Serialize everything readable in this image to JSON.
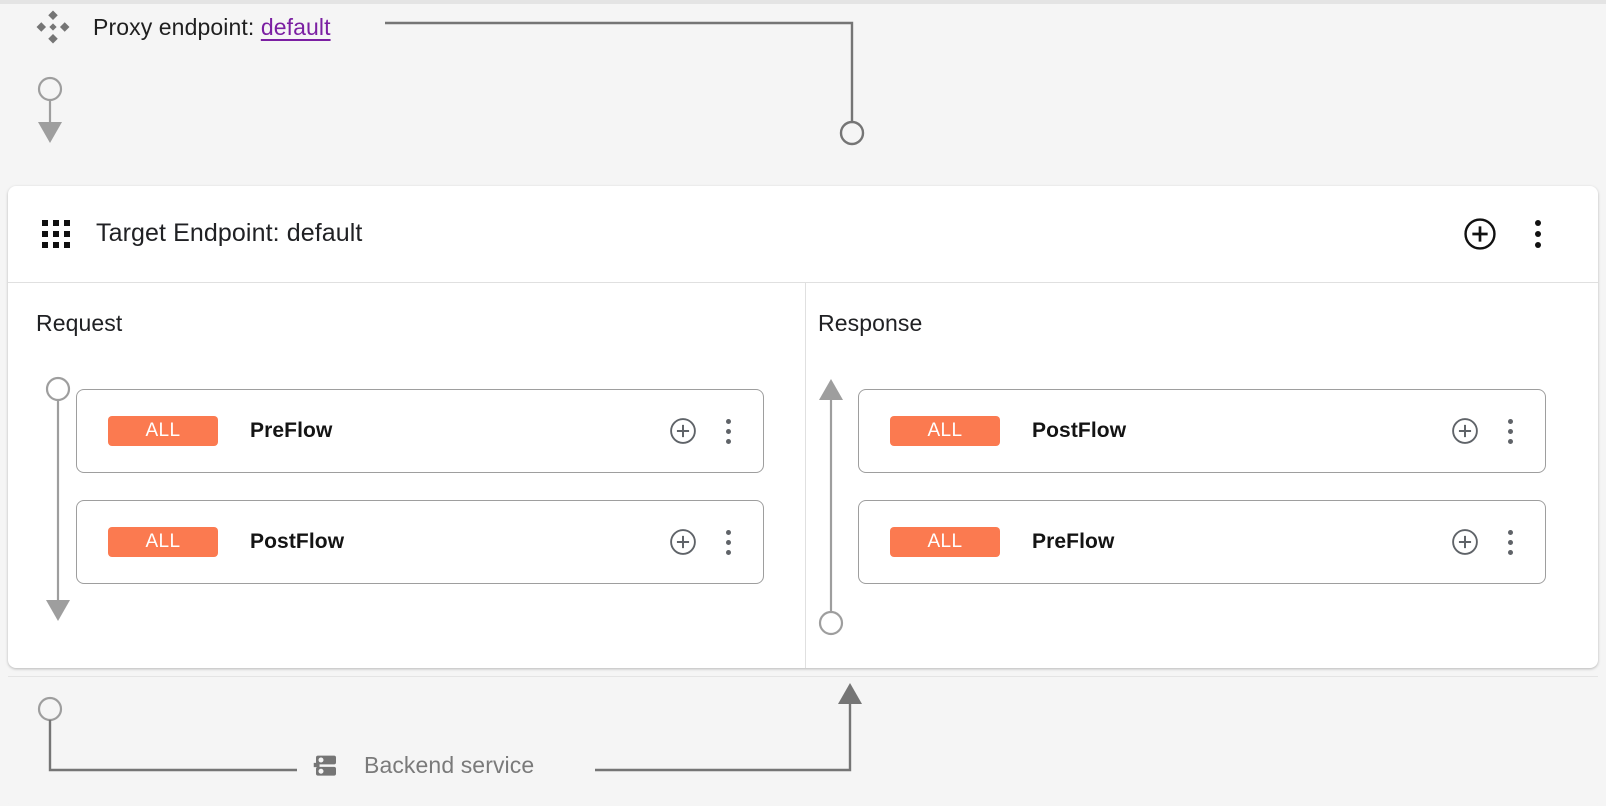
{
  "page": {
    "background_color": "#f5f5f5",
    "accent_link_color": "#7b1fa2",
    "badge_color": "#fb7a50",
    "connector_color": "#757575"
  },
  "proxy": {
    "icon": "diamond-cluster-icon",
    "label": "Proxy endpoint: ",
    "link_text": "default"
  },
  "endpoint_card": {
    "icon": "grid-9-dots-icon",
    "title": "Target Endpoint: default",
    "actions": {
      "add": "plus-circle-icon",
      "menu": "more-vert-icon"
    }
  },
  "request_column": {
    "label": "Request",
    "flows": [
      {
        "badge": "ALL",
        "name": "PreFlow",
        "add": "plus-circle-icon",
        "menu": "more-vert-icon"
      },
      {
        "badge": "ALL",
        "name": "PostFlow",
        "add": "plus-circle-icon",
        "menu": "more-vert-icon"
      }
    ]
  },
  "response_column": {
    "label": "Response",
    "flows": [
      {
        "badge": "ALL",
        "name": "PostFlow",
        "add": "plus-circle-icon",
        "menu": "more-vert-icon"
      },
      {
        "badge": "ALL",
        "name": "PreFlow",
        "add": "plus-circle-icon",
        "menu": "more-vert-icon"
      }
    ]
  },
  "backend": {
    "icon": "server-rack-icon",
    "label": "Backend service"
  }
}
